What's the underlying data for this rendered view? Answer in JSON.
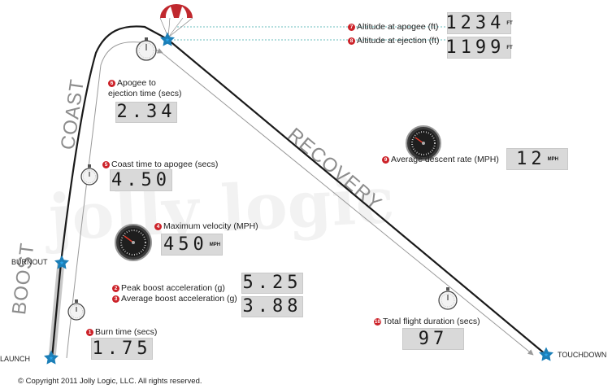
{
  "phases": {
    "boost": "BOOST",
    "coast": "COAST",
    "recovery": "RECOVERY"
  },
  "markers": {
    "launch": "LAUNCH",
    "burnout": "BURNOUT",
    "touchdown": "TOUCHDOWN"
  },
  "watermark": "jolly logic",
  "metrics": [
    {
      "num": "1",
      "label": "Burn time (secs)",
      "value": "1.75",
      "unit": ""
    },
    {
      "num": "2",
      "label": "Peak boost acceleration (g)",
      "value": "5.25",
      "unit": ""
    },
    {
      "num": "3",
      "label": "Average boost acceleration (g)",
      "value": "3.88",
      "unit": ""
    },
    {
      "num": "4",
      "label": "Maximum velocity (MPH)",
      "value": "450",
      "unit": "MPH"
    },
    {
      "num": "5",
      "label": "Coast time to apogee (secs)",
      "value": "4.50",
      "unit": ""
    },
    {
      "num": "6",
      "label": "Apogee to ejection time (secs)",
      "label_line1": "Apogee to",
      "label_line2": "ejection time (secs)",
      "value": "2.34",
      "unit": ""
    },
    {
      "num": "7",
      "label": "Altitude at apogee (ft)",
      "value": "1234",
      "unit": "FT"
    },
    {
      "num": "8",
      "label": "Altitude at ejection (ft)",
      "value": "1199",
      "unit": "FT"
    },
    {
      "num": "9",
      "label": "Average descent rate (MPH)",
      "value": "12",
      "unit": "MPH"
    },
    {
      "num": "10",
      "label": "Total flight duration (secs)",
      "value": "97",
      "unit": ""
    }
  ],
  "icons": [
    "stopwatch-icon",
    "speedometer-icon",
    "parachute-icon",
    "star-icon"
  ],
  "colors": {
    "badge": "#cc2229",
    "marker": "#2aa3e6",
    "lcd": "#d9d9d9",
    "path": "#1a1a1a",
    "guide": "#9a9a9a",
    "dashed": "#3aa6a6"
  },
  "copyright": "© Copyright 2011 Jolly Logic, LLC. All rights reserved."
}
